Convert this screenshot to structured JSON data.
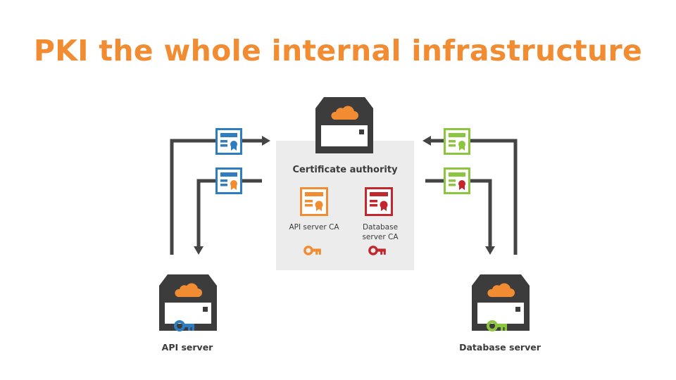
{
  "title": "PKI the whole internal infrastructure",
  "certificate_authority": {
    "label": "Certificate authority",
    "cas": [
      {
        "name": "API server CA",
        "color": "#f28c32",
        "icons": [
          "certificate-icon",
          "key-icon"
        ]
      },
      {
        "name_line1": "Database",
        "name_line2": "server CA",
        "color": "#c1272d",
        "icons": [
          "certificate-icon",
          "key-icon"
        ]
      }
    ]
  },
  "servers": [
    {
      "label": "API server",
      "key_color": "#2f7dc1"
    },
    {
      "label": "Database server",
      "key_color": "#8cc63e"
    }
  ],
  "flows": [
    {
      "from": "API server",
      "to": "Certificate authority",
      "certificate_color": "#2f7dc1",
      "seal_color": "#2f7dc1"
    },
    {
      "from": "Certificate authority",
      "to": "API server",
      "certificate_color": "#2f7dc1",
      "seal_color": "#f28c32"
    },
    {
      "from": "Database server",
      "to": "Certificate authority",
      "certificate_color": "#8cc63e",
      "seal_color": "#8cc63e"
    },
    {
      "from": "Certificate authority",
      "to": "Database server",
      "certificate_color": "#8cc63e",
      "seal_color": "#c1272d"
    }
  ],
  "colors": {
    "title": "#f28c32",
    "server_body": "#3c3c3c",
    "cloud": "#f28c32",
    "arrow": "#444444",
    "ca_background": "#ececec"
  }
}
